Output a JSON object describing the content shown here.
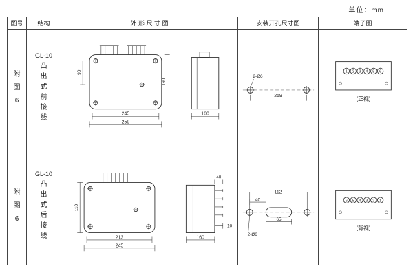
{
  "page": {
    "unit_label": "单位：mm"
  },
  "table": {
    "headers": {
      "col_figure": "图号",
      "col_structure": "结构",
      "col_outline": "外 形 尺 寸 图",
      "col_install": "安装开孔尺寸图",
      "col_terminal": "端子图"
    },
    "rows": [
      {
        "figure_no": "附图6",
        "model": "GL-10",
        "structure": "凸出式前接线",
        "outline": {
          "width_inner": "245",
          "width_outer": "259",
          "height_right": "190",
          "height_left": "90",
          "side_depth": "160"
        },
        "install": {
          "span": "259",
          "holes": "2-Ø6"
        },
        "terminal": {
          "numbers": [
            "1",
            "2",
            "3",
            "4",
            "5",
            "6"
          ],
          "caption": "(正视)"
        }
      },
      {
        "figure_no": "附图6",
        "model": "GL-10",
        "structure": "凸出式后接线",
        "outline": {
          "width_inner": "213",
          "width_outer": "245",
          "height_left": "110",
          "side_depth": "160",
          "stud_len": "40",
          "stud_small": "10"
        },
        "install": {
          "span": "112",
          "offset": "40",
          "slot_len": "65",
          "holes": "2-Ø6"
        },
        "terminal": {
          "numbers": [
            "6",
            "5",
            "4",
            "3",
            "2",
            "1"
          ],
          "caption": "(背视)"
        }
      }
    ]
  }
}
